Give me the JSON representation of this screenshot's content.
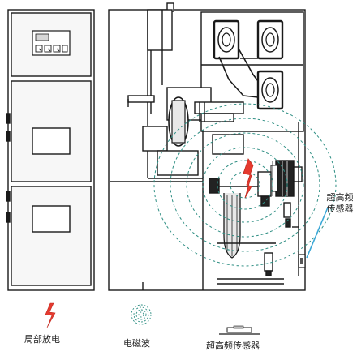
{
  "labels": {
    "sensor_callout": "超高频传感器",
    "legend_partial_discharge": "局部放电",
    "legend_em_wave": "电磁波",
    "legend_uhf_sensor": "超高频传感器"
  },
  "colors": {
    "line": "#1a1a1a",
    "fill_light": "#e8e8e8",
    "fill_mid": "#bdbdbd",
    "wave": "#2f8f84",
    "discharge": "#e53a2f",
    "sensor_pointer": "#3aa7d6"
  }
}
